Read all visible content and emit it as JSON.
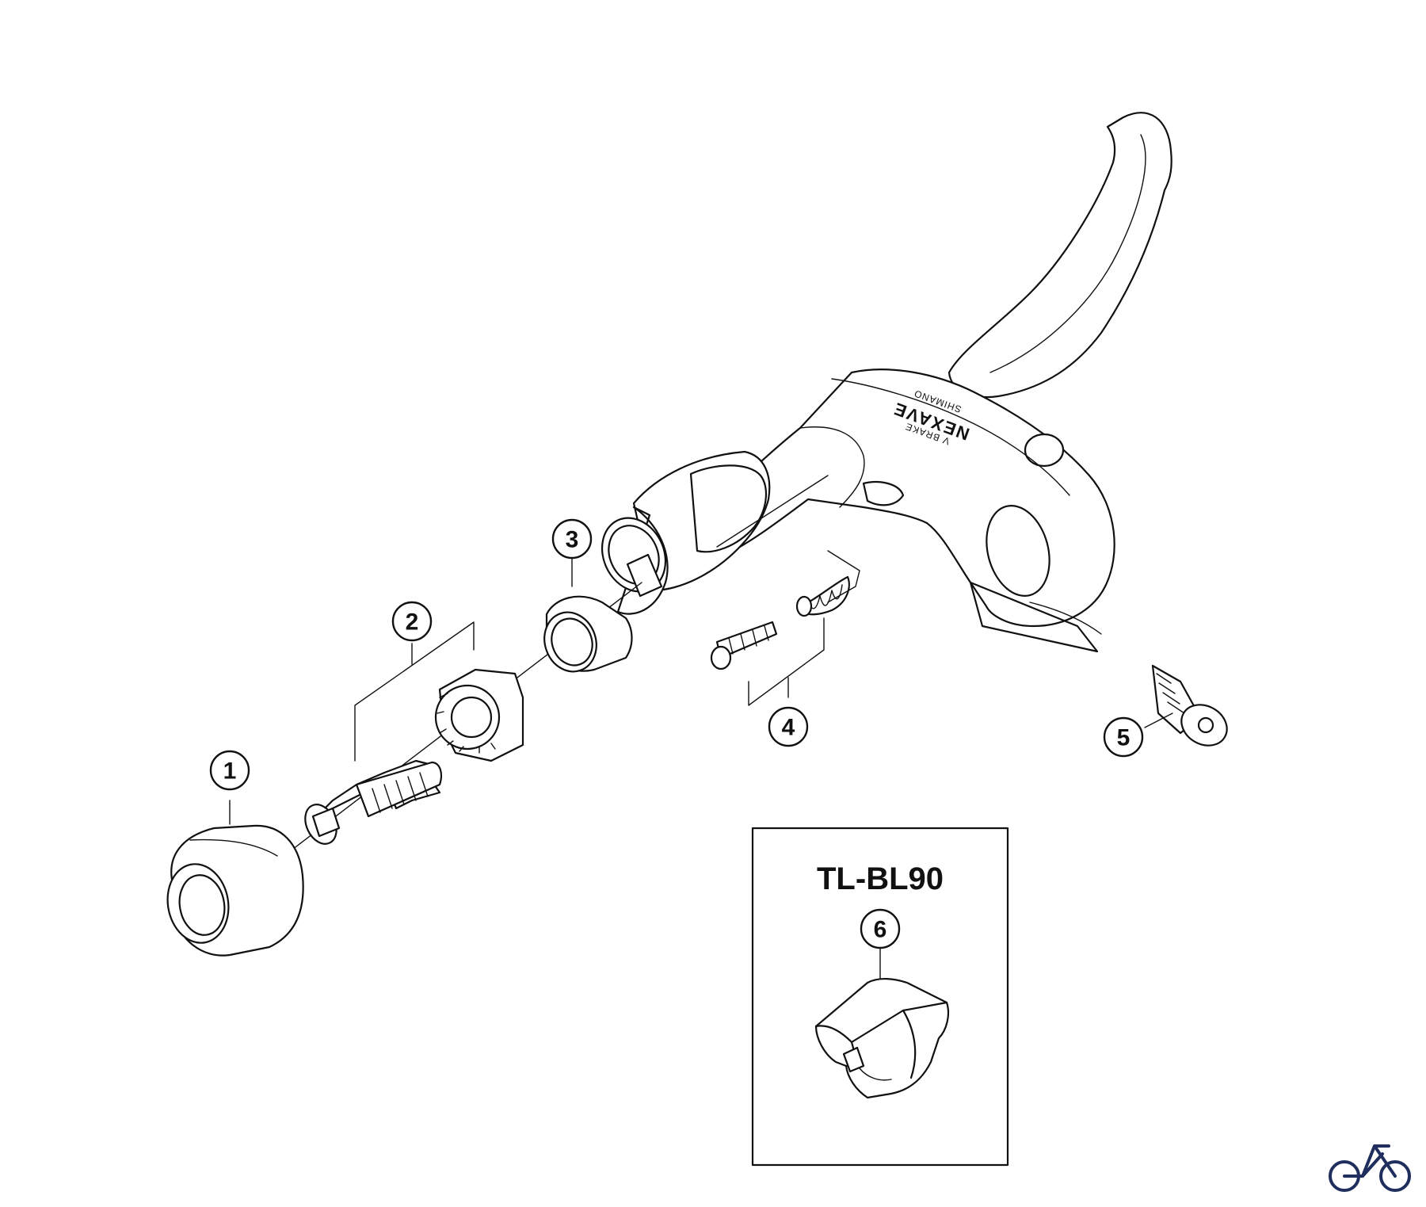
{
  "callouts": [
    {
      "id": "callout-1",
      "label": "1"
    },
    {
      "id": "callout-2",
      "label": "2"
    },
    {
      "id": "callout-3",
      "label": "3"
    },
    {
      "id": "callout-4",
      "label": "4"
    },
    {
      "id": "callout-5",
      "label": "5"
    },
    {
      "id": "callout-6",
      "label": "6"
    }
  ],
  "tool_box": {
    "title": "TL-BL90"
  },
  "lever_text": {
    "brand": "NEXAVE",
    "maker": "SHIMANO",
    "model": "V BRAKE"
  },
  "icons": {
    "corner_logo": "bicycle-icon"
  },
  "colors": {
    "line": "#111111",
    "background": "#ffffff",
    "logo": "#1f2e5c"
  }
}
